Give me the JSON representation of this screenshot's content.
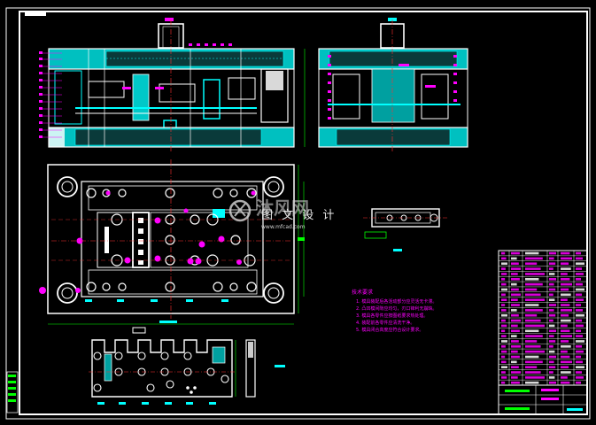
{
  "watermark": {
    "logo_glyphs": "沐风网",
    "site_name": "图 文 设 计",
    "domain": "www.mfcad.com"
  },
  "notes": {
    "heading": "技术要求",
    "lines": [
      "1. 模具装配后各活动部分应灵活无卡滞。",
      "2. 凸凹模间隙应均匀，刃口锋利无崩缺。",
      "3. 模具各零件应按图纸要求热处理。",
      "4. 装配前各零件应清洗干净。",
      "5. 模具闭合高度应符合设计要求。"
    ]
  },
  "colors": {
    "background": "#000000",
    "frame": "#ffffff",
    "geometry": "#ffffff",
    "section": "#00ffff",
    "annotation": "#ff00ff",
    "center_line": "#ff3030",
    "dimension": "#00ff00"
  }
}
